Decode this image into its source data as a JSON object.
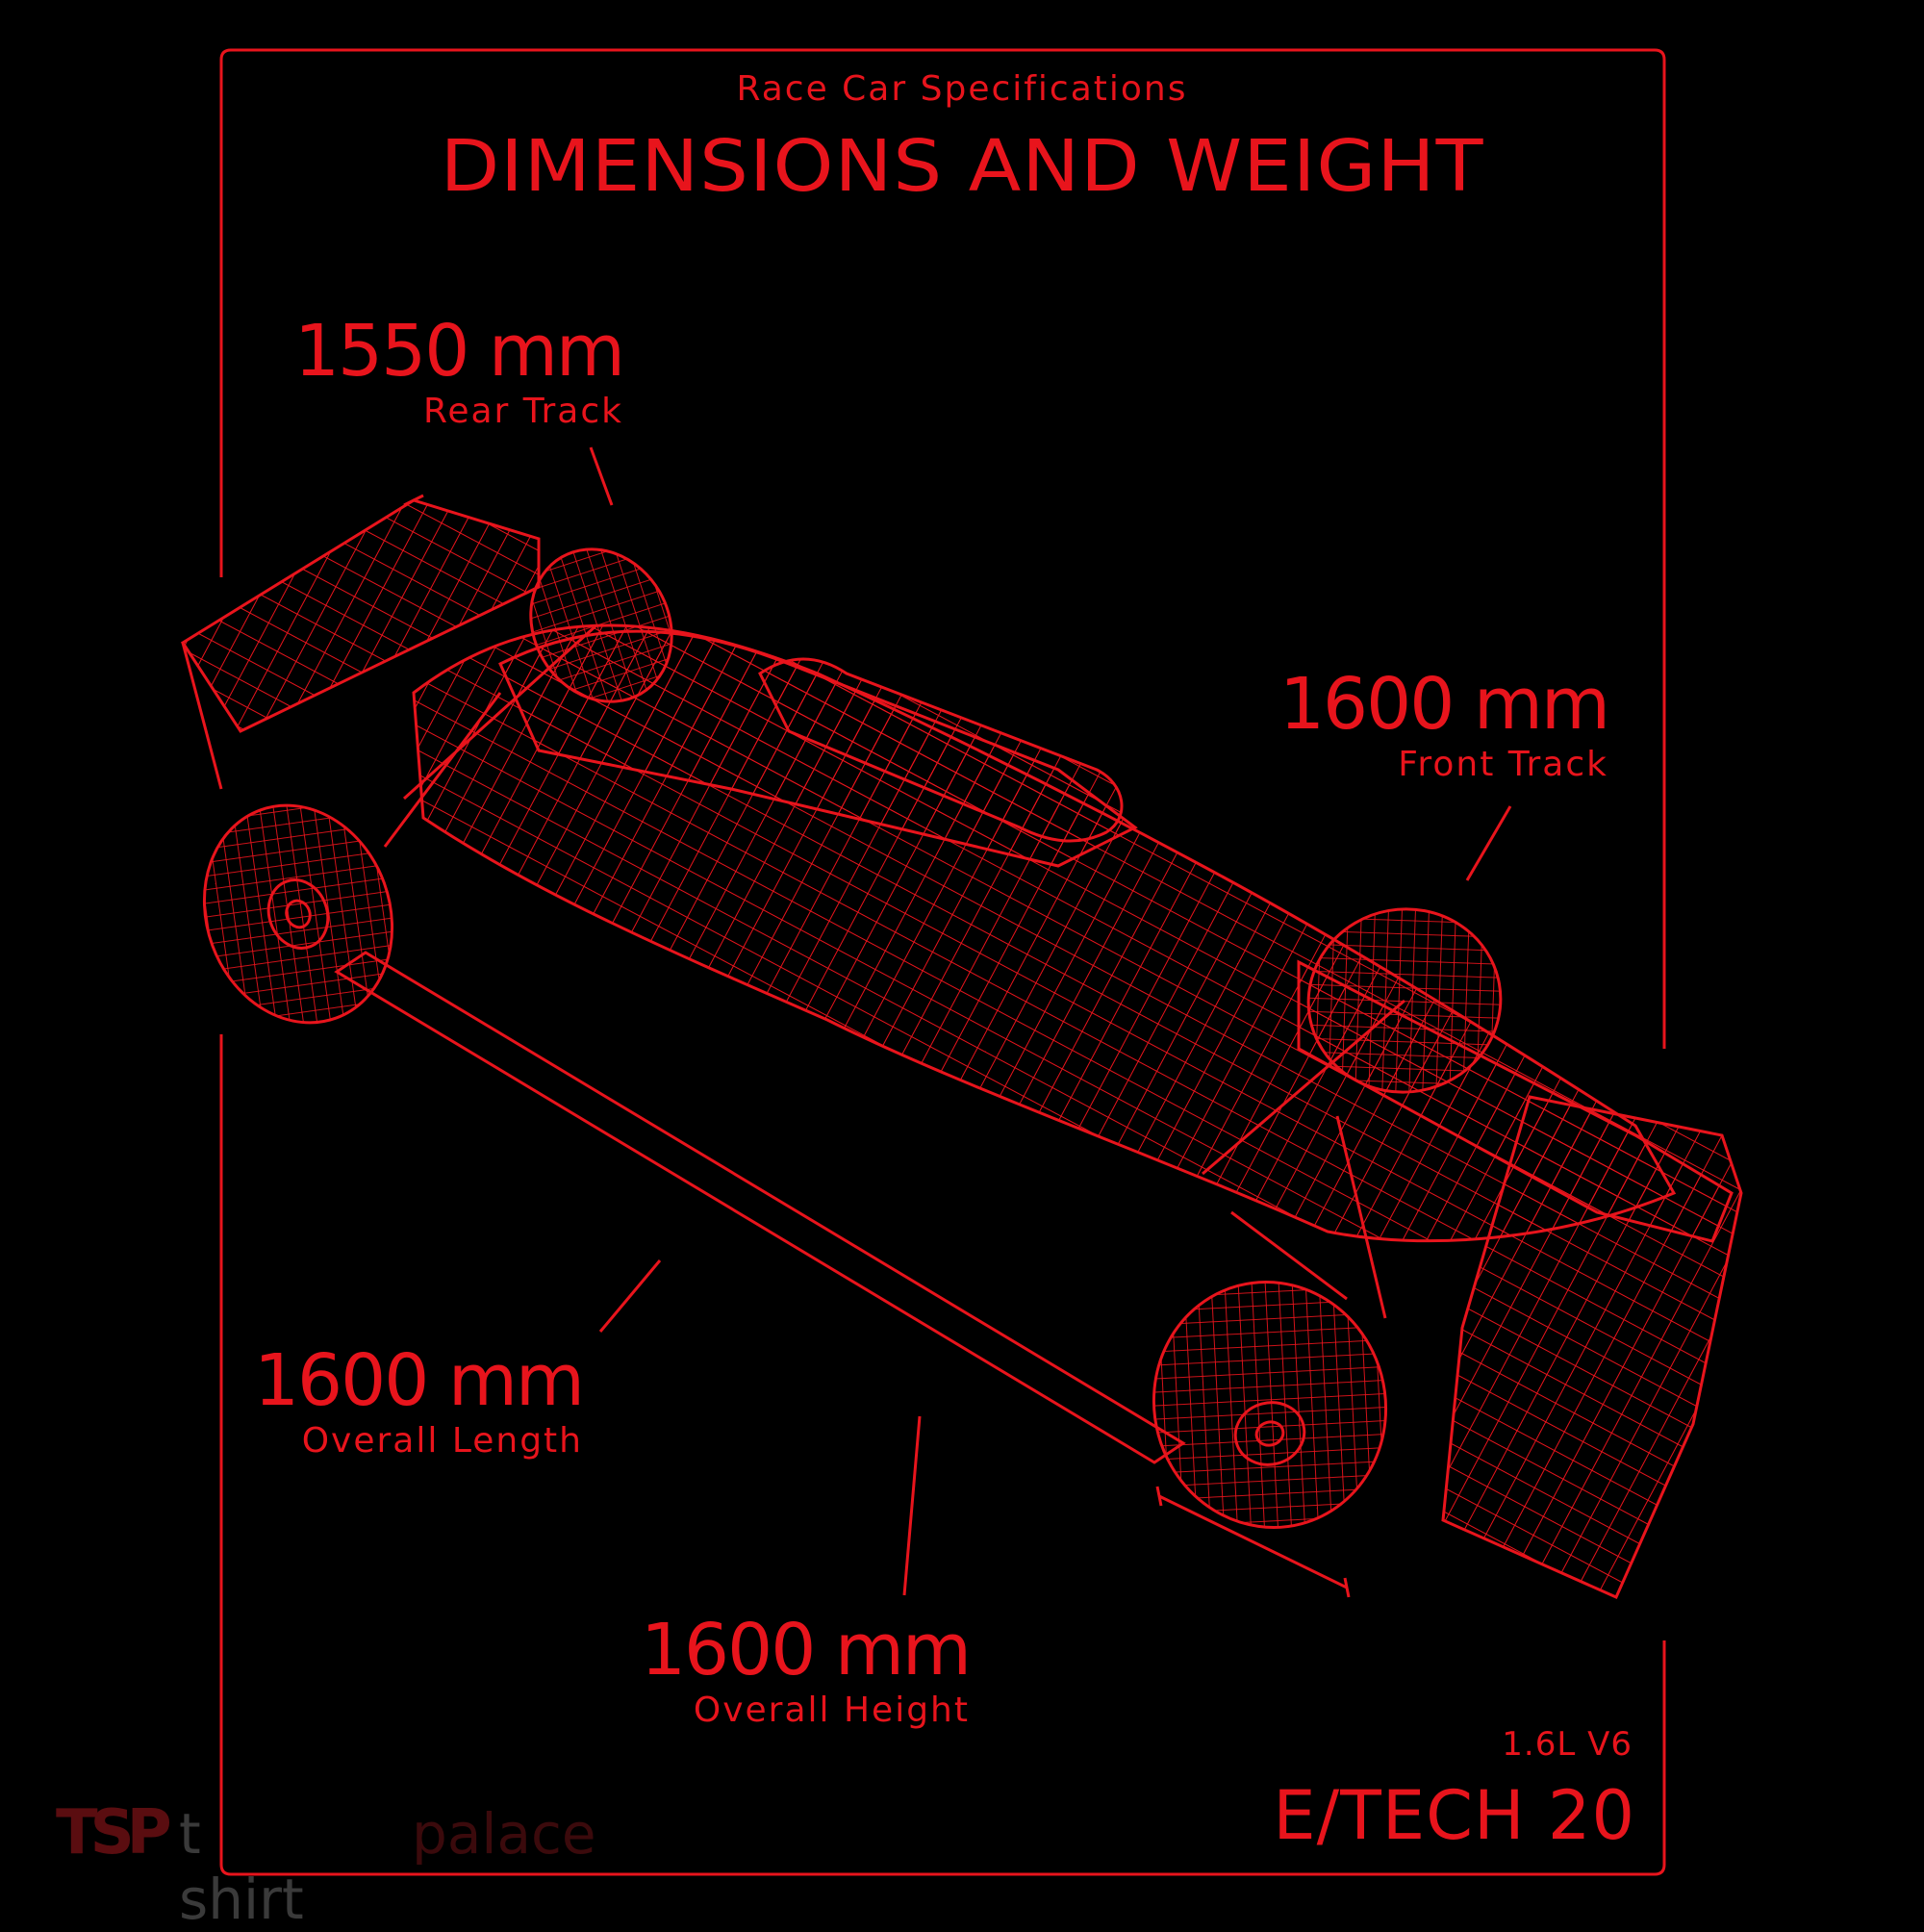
{
  "header": {
    "subtitle": "Race Car Specifications",
    "title": "DIMENSIONS AND WEIGHT"
  },
  "measurements": {
    "rear_track": {
      "value": "1550 mm",
      "label": "Rear Track"
    },
    "front_track": {
      "value": "1600 mm",
      "label": "Front Track"
    },
    "overall_length": {
      "value": "1600 mm",
      "label": "Overall Length"
    },
    "overall_height": {
      "value": "1600 mm",
      "label": "Overall Height"
    }
  },
  "footer": {
    "engine": "1.6L V6",
    "model": "E/TECH 20"
  },
  "watermark": {
    "logo": "TSP",
    "text_a": "t shirt",
    "text_b": "palace"
  },
  "colors": {
    "accent": "#e8141c",
    "background": "#000000"
  },
  "illustration": {
    "icon": "race-car-wireframe-icon"
  }
}
